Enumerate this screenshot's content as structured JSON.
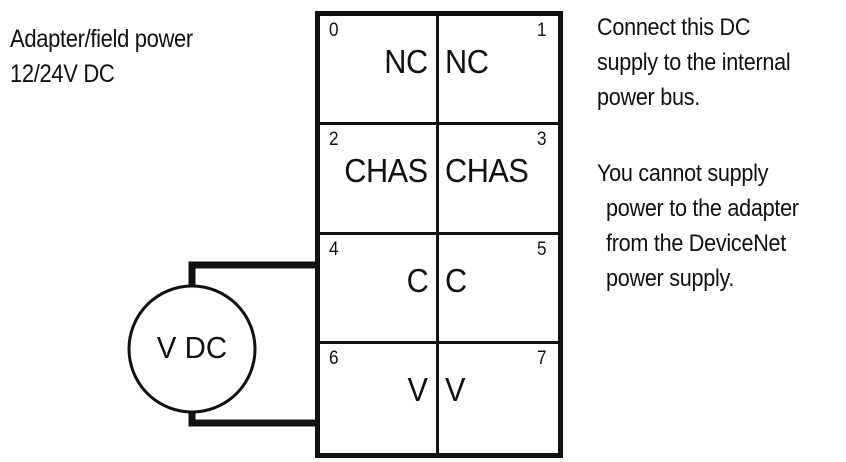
{
  "left_caption": {
    "line1": "Adapter/field power",
    "line2": "12/24V DC"
  },
  "terminal_block": {
    "cells": [
      {
        "number": "0",
        "label": "NC",
        "column": "left"
      },
      {
        "number": "1",
        "label": "NC",
        "column": "right"
      },
      {
        "number": "2",
        "label": "CHAS",
        "column": "left"
      },
      {
        "number": "3",
        "label": "CHAS",
        "column": "right"
      },
      {
        "number": "4",
        "label": "C",
        "column": "left"
      },
      {
        "number": "5",
        "label": "C",
        "column": "right"
      },
      {
        "number": "6",
        "label": "V",
        "column": "left"
      },
      {
        "number": "7",
        "label": "V",
        "column": "right"
      }
    ]
  },
  "power_source": {
    "label": "V DC",
    "symbol": "dc-source-circle",
    "connections": [
      {
        "from": "source-positive",
        "to_terminal": "4"
      },
      {
        "from": "source-negative",
        "to_terminal": "6"
      }
    ]
  },
  "notes": {
    "connect": {
      "line1": "Connect this DC",
      "line2": "supply to the internal",
      "line3": "power bus."
    },
    "cannot": {
      "line1": "You cannot supply",
      "line2": "power to the adapter",
      "line3": "from the DeviceNet",
      "line4": "power supply."
    }
  },
  "colors": {
    "ink": "#111111",
    "background": "#ffffff"
  }
}
